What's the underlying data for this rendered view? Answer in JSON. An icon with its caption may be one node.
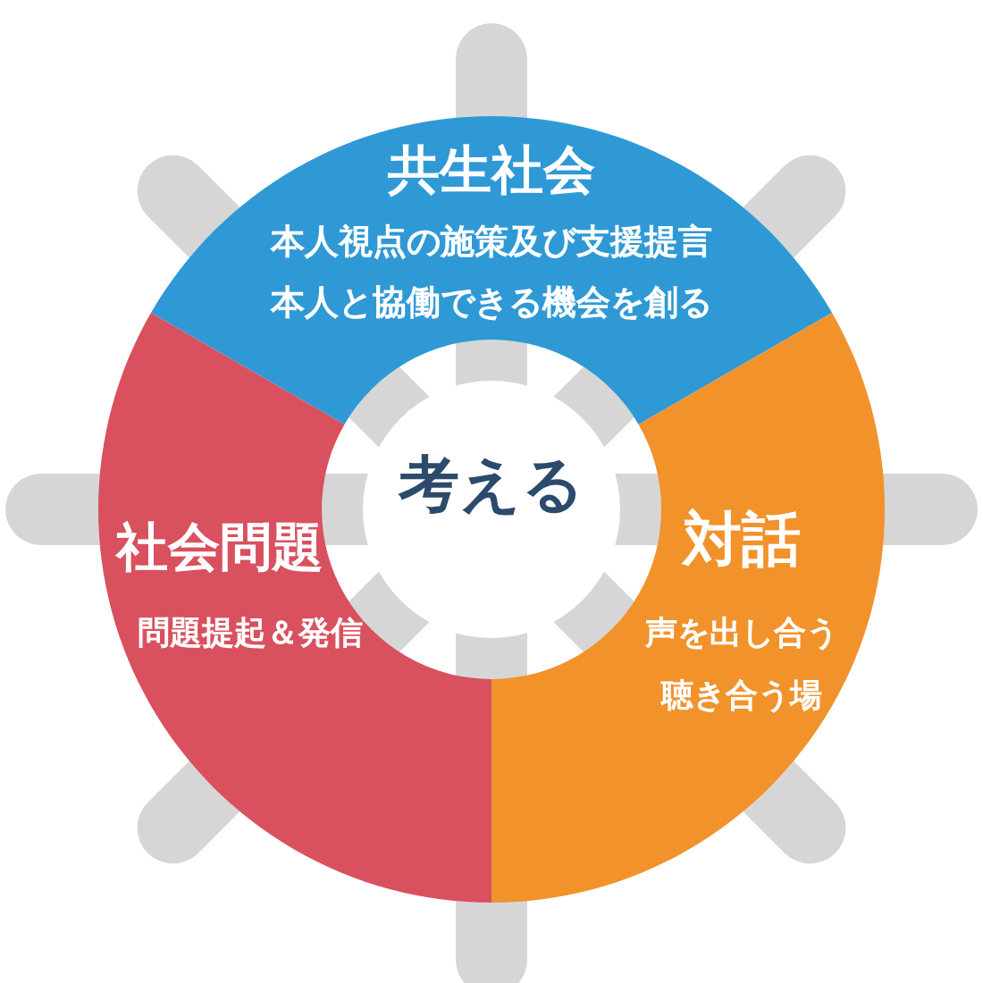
{
  "diagram": {
    "nodes": [
      {
        "text": [
          "共生社会",
          "本人視点の施策及び支援提言",
          "本人と協働できる機会を創る"
        ]
      },
      {
        "text": [
          "考える"
        ]
      },
      {
        "text": [
          "社会問題",
          "問題提起＆発信"
        ]
      },
      {
        "text": [
          "対話",
          "声を出し合う",
          "聴き合う場"
        ]
      }
    ],
    "edges": []
  }
}
